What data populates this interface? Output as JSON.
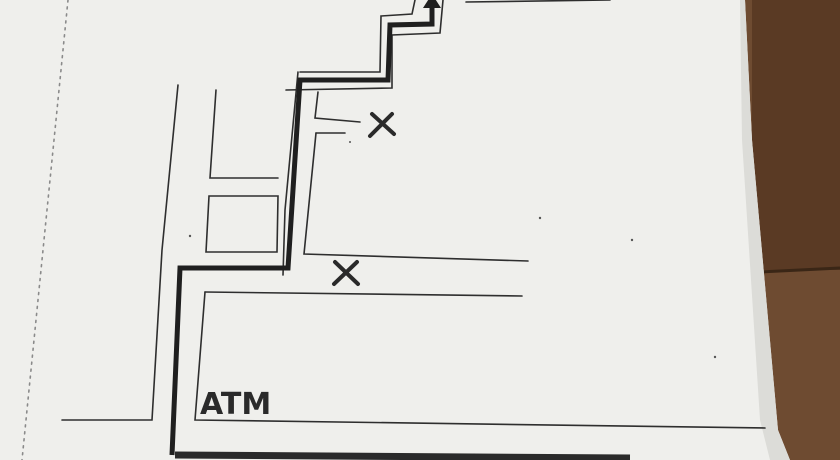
{
  "map": {
    "labels": {
      "atm": "ATM"
    },
    "markers": [
      {
        "symbol": "×",
        "meaning": "cross"
      },
      {
        "symbol": "×",
        "meaning": "cross"
      }
    ],
    "colors": {
      "paper": "#efefec",
      "ink": "#2a2a2a",
      "route": "#1f1f1f",
      "table_wood": "#6b4a30"
    },
    "icons": [
      "route-arrowhead-icon",
      "cross-marker-icon"
    ]
  }
}
